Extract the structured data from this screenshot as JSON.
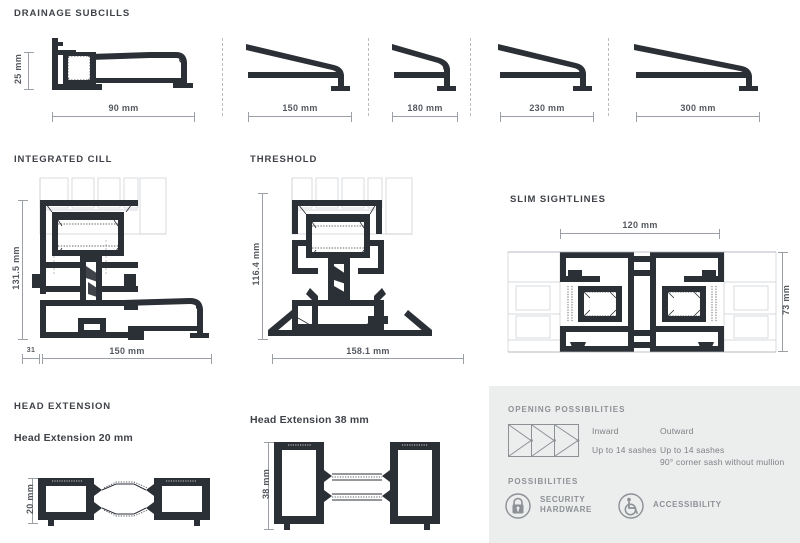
{
  "sections": {
    "drainage": {
      "heading": "DRAINAGE SUBCILLS",
      "items": [
        {
          "name": "subcill-90",
          "dim": "90 mm",
          "height_dim": "25 mm"
        },
        {
          "name": "subcill-150",
          "dim": "150 mm"
        },
        {
          "name": "subcill-180",
          "dim": "180 mm"
        },
        {
          "name": "subcill-230",
          "dim": "230 mm"
        },
        {
          "name": "subcill-300",
          "dim": "300 mm"
        }
      ]
    },
    "integrated_cill": {
      "heading": "INTEGRATED CILL",
      "height_dim": "131.5 mm",
      "width_dim": "150 mm",
      "offset_dim": "31"
    },
    "threshold": {
      "heading": "THRESHOLD",
      "height_dim": "116.4 mm",
      "width_dim": "158.1 mm"
    },
    "slim_sightlines": {
      "heading": "SLIM SIGHTLINES",
      "width_dim": "120 mm",
      "height_dim": "73 mm"
    },
    "head_extension": {
      "heading": "HEAD EXTENSION",
      "item20": {
        "label": "Head Extension 20 mm",
        "height_dim": "20 mm"
      },
      "item38": {
        "label": "Head Extension 38 mm",
        "height_dim": "38 mm"
      }
    }
  },
  "panel": {
    "opening_heading": "OPENING POSSIBILITIES",
    "inward_title": "Inward",
    "inward_line1": "Up to 14 sashes",
    "outward_title": "Outward",
    "outward_line1": "Up to 14 sashes",
    "outward_line2": "90° corner sash without mullion",
    "possibilities_heading": "POSSIBILITIES",
    "security_line1": "SECURITY",
    "security_line2": "HARDWARE",
    "accessibility_label": "ACCESSIBILITY"
  },
  "colors": {
    "profile_dark": "#2b2f36",
    "line_light": "#9aa0a6",
    "panel_bg": "#eceded",
    "heading": "#3f4349"
  }
}
